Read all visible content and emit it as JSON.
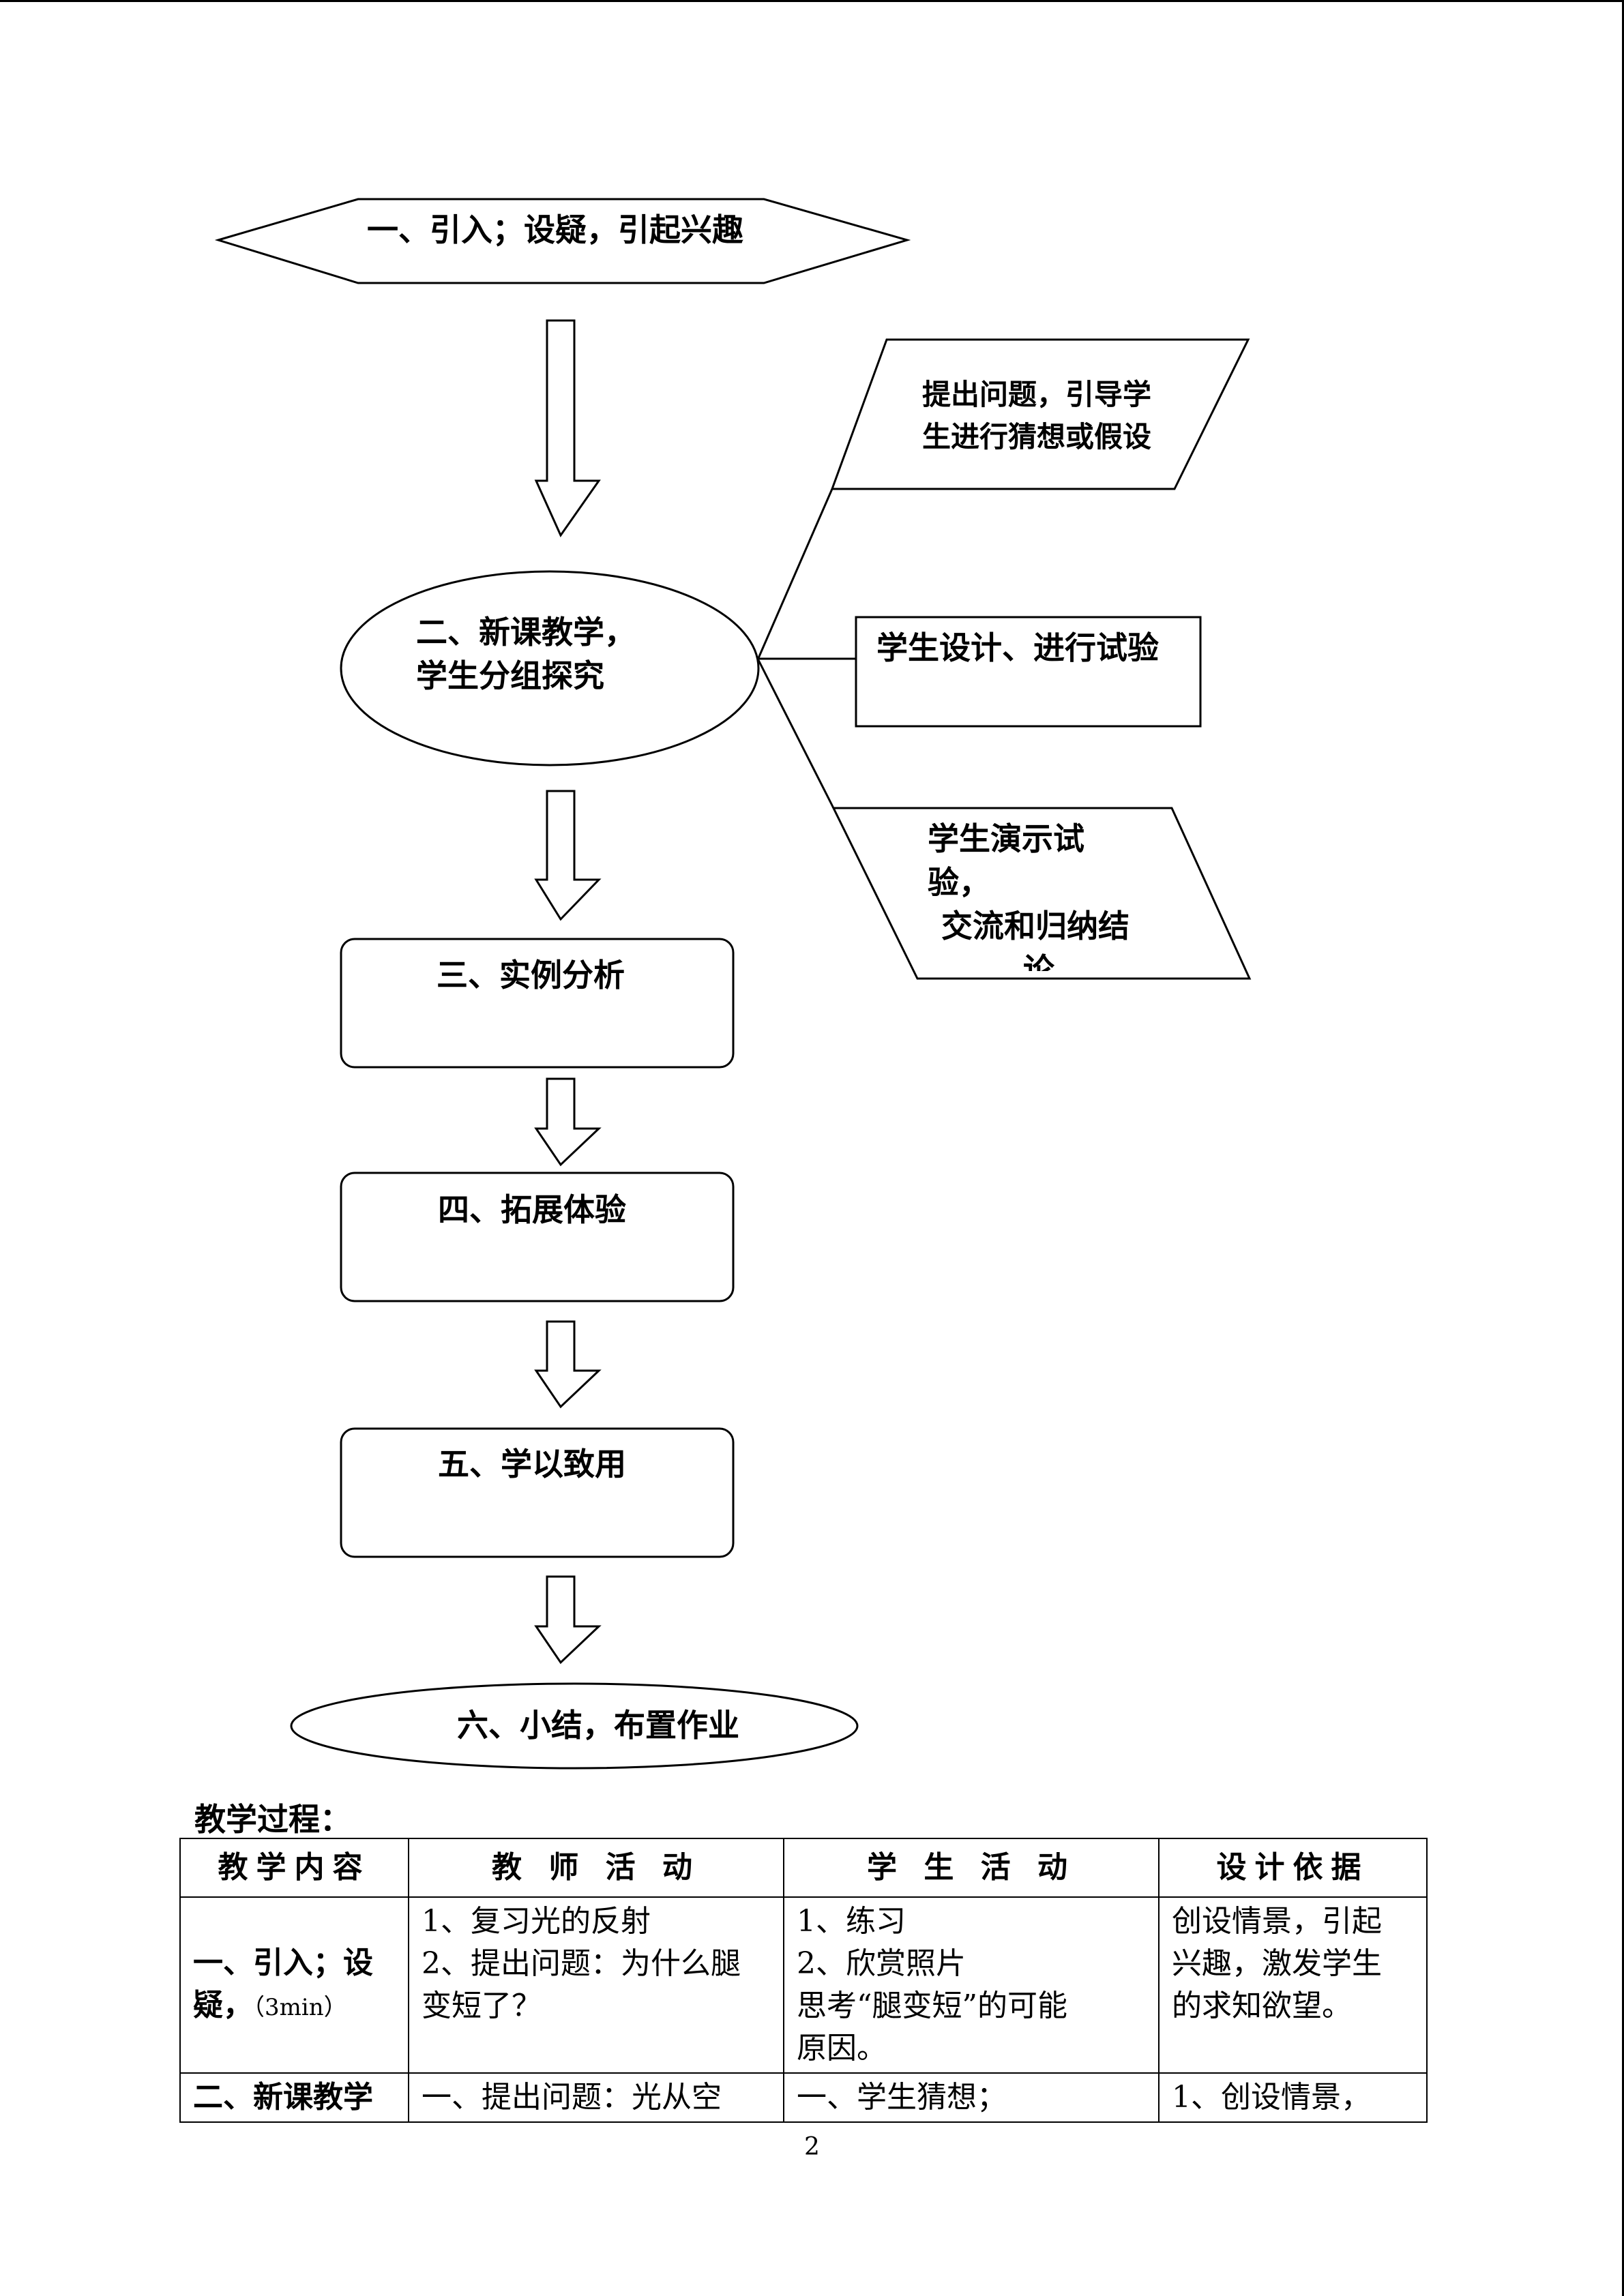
{
  "flowchart": {
    "step1": "一、引入；设疑，引起兴趣",
    "step2_line1": "二、新课教学，",
    "step2_line2": "学生分组探究",
    "branch1_line1": "提出问题，引导学",
    "branch1_line2": "生进行猜想或假设",
    "branch2": "学生设计、进行试验",
    "branch3_line1": "学生演示试",
    "branch3_line2": "验，",
    "branch3_line3": "交流和归纳结",
    "branch3_line4": "论",
    "step3": "三、实例分析",
    "step4": "四、拓展体验",
    "step5": "五、学以致用",
    "step6": "六、小结，布置作业"
  },
  "process": {
    "title": "教学过程：",
    "headers": [
      "教学内容",
      "教 师 活 动",
      "学 生 活 动",
      "设计依据"
    ],
    "row1": {
      "content_main": "一、引入；设疑，",
      "content_time": "（3min）",
      "teacher": [
        "1、复习光的反射",
        "2、提出问题：为什么腿",
        "变短了？"
      ],
      "student": [
        "1、练习",
        "2、欣赏照片",
        "思考“腿变短”的可能",
        "原因。"
      ],
      "basis": [
        "创设情景，引起",
        "兴趣，激发学生",
        "的求知欲望。"
      ]
    },
    "row2": {
      "content_main": "二、新课教学",
      "teacher": [
        "一、提出问题：光从空"
      ],
      "student": [
        "一、学生猜想；"
      ],
      "basis": [
        "1、创设情景，"
      ]
    }
  },
  "page_number": "2"
}
